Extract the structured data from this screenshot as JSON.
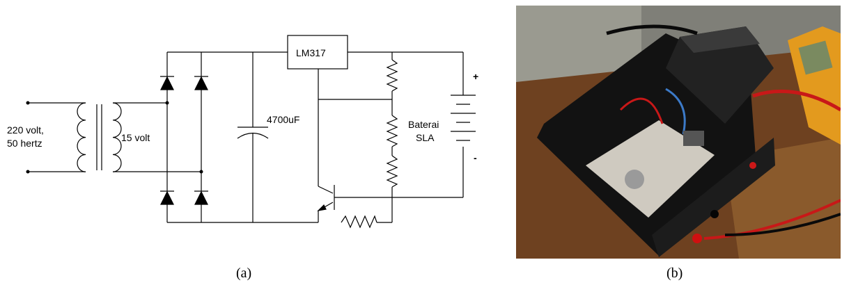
{
  "schematic": {
    "input_label_line1": "220 volt,",
    "input_label_line2": "50 hertz",
    "secondary_label": "15 volt",
    "capacitor_label": "4700uF",
    "regulator_label": "LM317",
    "battery_label_line1": "Baterai",
    "battery_label_line2": "SLA",
    "battery_plus": "+",
    "battery_minus": "-"
  },
  "captions": {
    "a": "(a)",
    "b": "(b)"
  },
  "photo": {
    "description_colors": {
      "background_wall": "#8a8a80",
      "table": "#7a4a22",
      "enclosure": "#111111",
      "board": "#d8d4c8",
      "multimeter": "#e8a020",
      "wire_red": "#c41818"
    }
  }
}
